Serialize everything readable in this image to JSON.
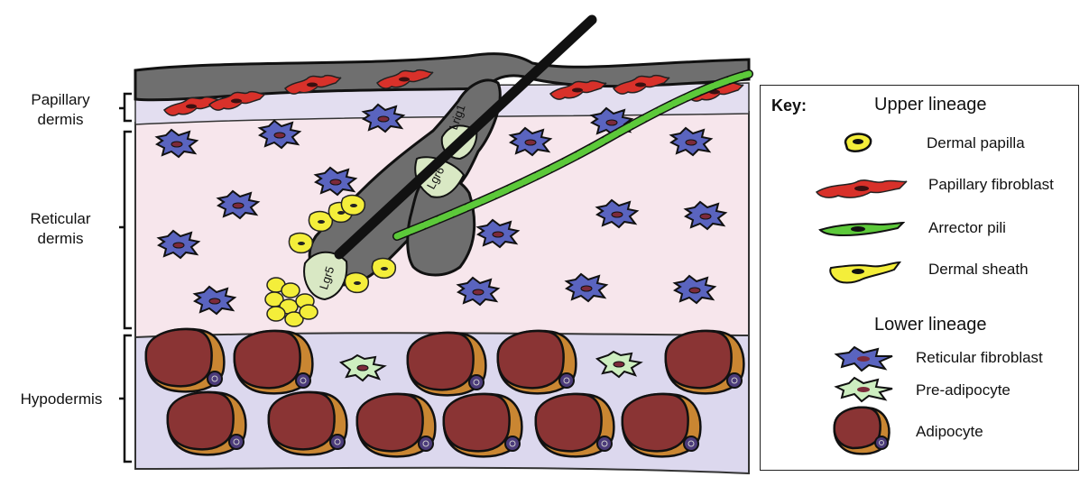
{
  "layers": {
    "papillary": [
      "Papillary",
      "dermis"
    ],
    "reticular": [
      "Reticular",
      "dermis"
    ],
    "hypodermis": "Hypodermis"
  },
  "follicle_labels": {
    "lrig1": "Lrig1",
    "lgr6": "Lgr6",
    "lgr5": "Lgr5"
  },
  "key": {
    "title": "Key:",
    "upper_heading": "Upper lineage",
    "lower_heading": "Lower lineage",
    "items": [
      {
        "label": "Dermal papilla",
        "icon": "dermal-papilla-icon",
        "color": "#f4ee3a"
      },
      {
        "label": "Papillary fibroblast",
        "icon": "papillary-fibroblast-icon",
        "color": "#d8312a"
      },
      {
        "label": "Arrector pili",
        "icon": "arrector-pili-icon",
        "color": "#5cc93a"
      },
      {
        "label": "Dermal sheath",
        "icon": "dermal-sheath-icon",
        "color": "#f4ee3a"
      },
      {
        "label": "Reticular fibroblast",
        "icon": "reticular-fibroblast-icon",
        "color": "#5a64bf"
      },
      {
        "label": "Pre-adipocyte",
        "icon": "pre-adipocyte-icon",
        "color": "#cdeec0"
      },
      {
        "label": "Adipocyte",
        "icon": "adipocyte-icon",
        "color": "#8a3434"
      }
    ]
  },
  "colors": {
    "epidermis": "#6f6f6f",
    "papillary_band": "#e3def0",
    "reticular_band": "#f7e6ec",
    "hypodermis_band": "#dcd8ee",
    "follicle": "#6e6e6e",
    "hair": "#111111",
    "niche_label_bg": "#d9e8c4",
    "fat": "#8a3434",
    "fat_rim": "#c98632",
    "nucleus": "#4b3b7a"
  }
}
